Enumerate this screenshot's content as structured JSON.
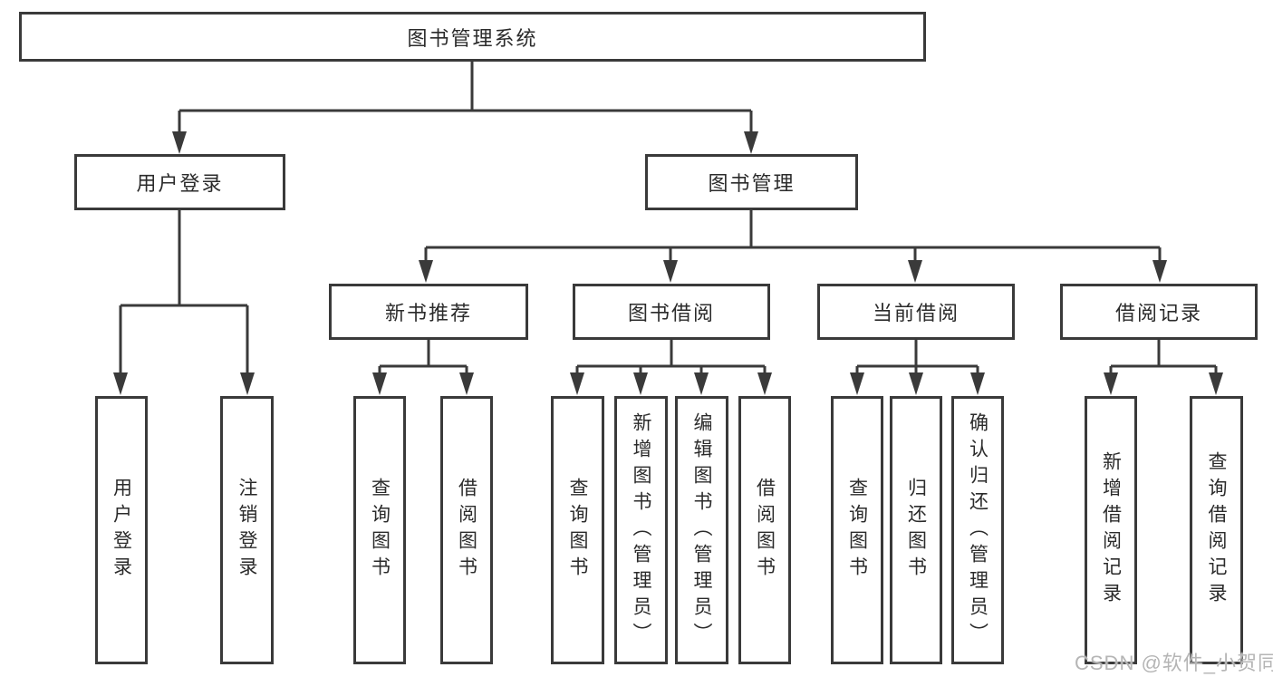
{
  "diagram": {
    "root": {
      "label": "图书管理系统"
    },
    "level2": {
      "user_login": "用户登录",
      "book_mgmt": "图书管理"
    },
    "level3": {
      "new_books": "新书推荐",
      "book_borrow": "图书借阅",
      "current_borrow": "当前借阅",
      "borrow_records": "借阅记录"
    },
    "leaves": {
      "user_login": [
        "用户登录",
        "注销登录"
      ],
      "new_books": [
        "查询图书",
        "借阅图书"
      ],
      "book_borrow": [
        "查询图书",
        "新增图书（管理员）",
        "编辑图书（管理员）",
        "借阅图书"
      ],
      "current_borrow": [
        "查询图书",
        "归还图书",
        "确认归还（管理员）"
      ],
      "borrow_records": [
        "新增借阅记录",
        "查询借阅记录"
      ]
    },
    "watermark": "CSDN @软件_小贺同学",
    "colors": {
      "line": "#3a3a3a",
      "text": "#2b2b2b",
      "box_background": "#ffffff",
      "watermark": "#b5b5b5",
      "background": "#ffffff"
    }
  }
}
